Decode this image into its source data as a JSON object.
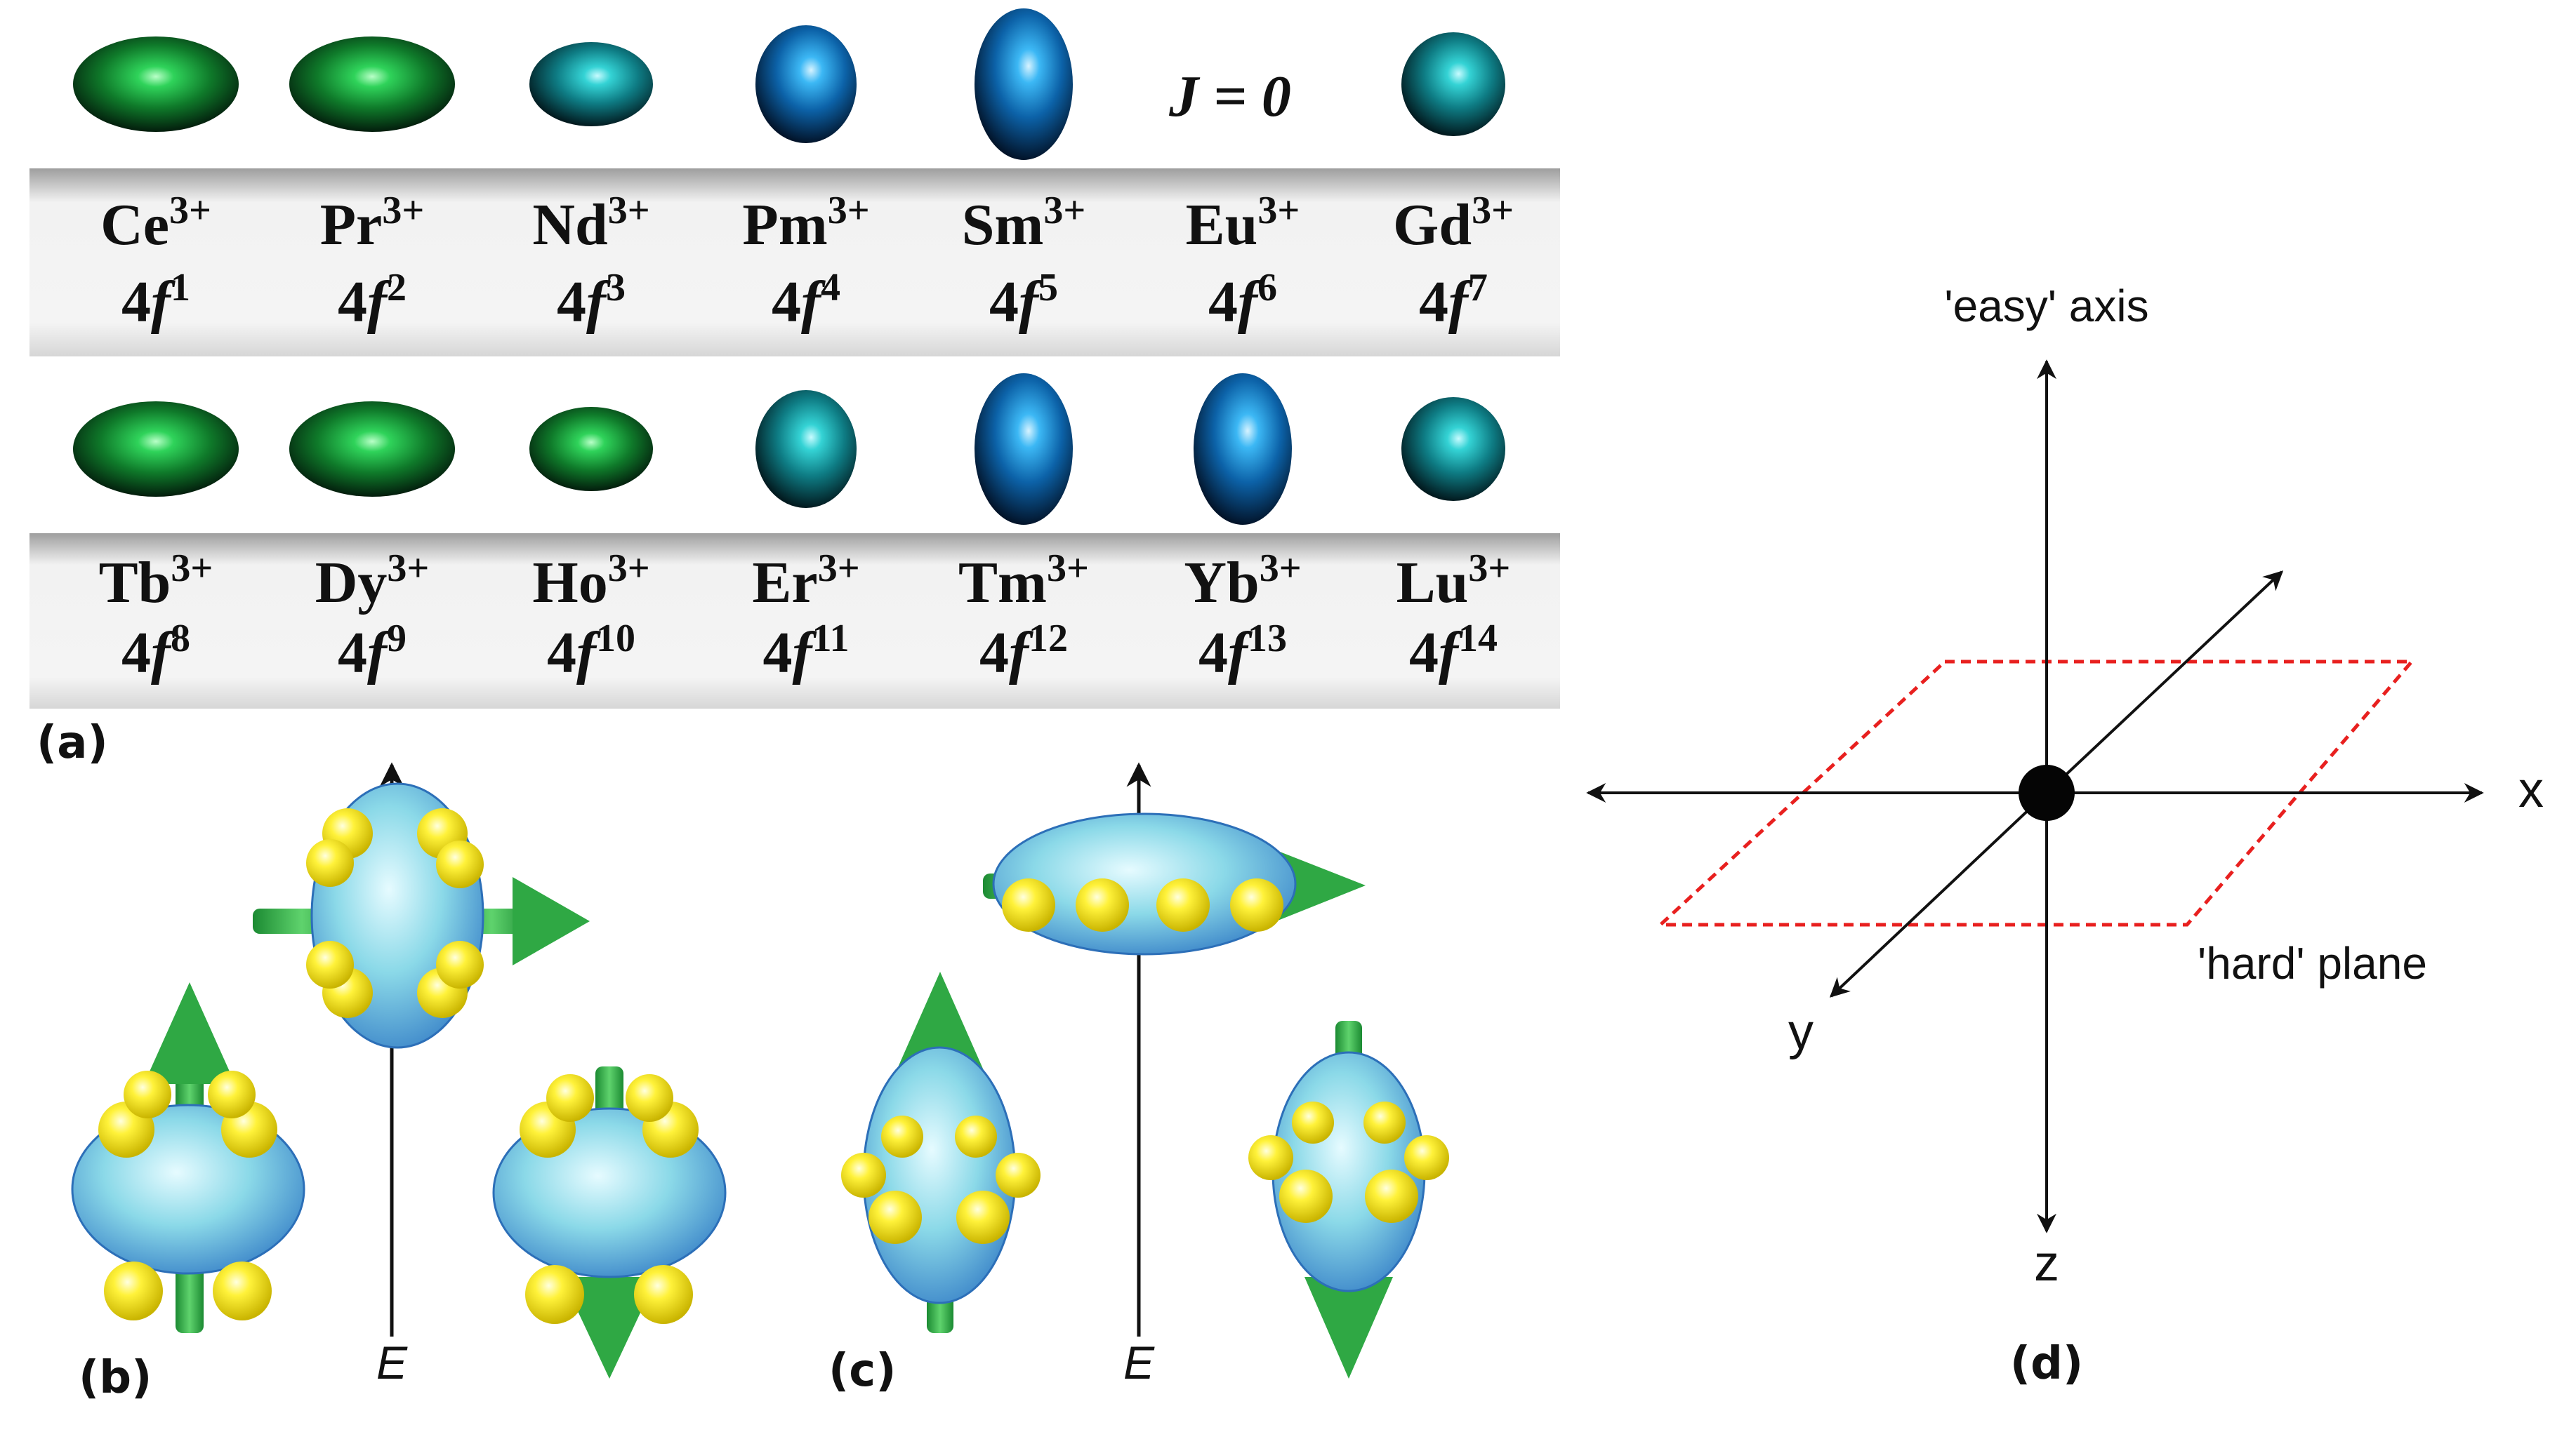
{
  "panel_a": {
    "tag": "(a)",
    "row1": [
      {
        "ion": "Ce",
        "charge": "3+",
        "cfg": "4f",
        "n": "1",
        "shape": "oblate",
        "color": "green"
      },
      {
        "ion": "Pr",
        "charge": "3+",
        "cfg": "4f",
        "n": "2",
        "shape": "oblate",
        "color": "green"
      },
      {
        "ion": "Nd",
        "charge": "3+",
        "cfg": "4f",
        "n": "3",
        "shape": "oblate-small",
        "color": "teal"
      },
      {
        "ion": "Pm",
        "charge": "3+",
        "cfg": "4f",
        "n": "4",
        "shape": "prolate",
        "color": "blue"
      },
      {
        "ion": "Sm",
        "charge": "3+",
        "cfg": "4f",
        "n": "5",
        "shape": "prolate-tall",
        "color": "blue"
      },
      {
        "ion": "Eu",
        "charge": "3+",
        "cfg": "4f",
        "n": "6",
        "shape": "none",
        "color": "none"
      },
      {
        "ion": "Gd",
        "charge": "3+",
        "cfg": "4f",
        "n": "7",
        "shape": "sphere",
        "color": "teal"
      }
    ],
    "row2": [
      {
        "ion": "Tb",
        "charge": "3+",
        "cfg": "4f",
        "n": "8",
        "shape": "oblate",
        "color": "green"
      },
      {
        "ion": "Dy",
        "charge": "3+",
        "cfg": "4f",
        "n": "9",
        "shape": "oblate",
        "color": "green"
      },
      {
        "ion": "Ho",
        "charge": "3+",
        "cfg": "4f",
        "n": "10",
        "shape": "oblate-small",
        "color": "green"
      },
      {
        "ion": "Er",
        "charge": "3+",
        "cfg": "4f",
        "n": "11",
        "shape": "prolate",
        "color": "teal"
      },
      {
        "ion": "Tm",
        "charge": "3+",
        "cfg": "4f",
        "n": "12",
        "shape": "prolate-tall",
        "color": "blue"
      },
      {
        "ion": "Yb",
        "charge": "3+",
        "cfg": "4f",
        "n": "13",
        "shape": "prolate-tall",
        "color": "blue"
      },
      {
        "ion": "Lu",
        "charge": "3+",
        "cfg": "4f",
        "n": "14",
        "shape": "sphere",
        "color": "teal"
      }
    ],
    "j_zero_label": "J = 0"
  },
  "panel_b": {
    "tag": "(b)",
    "energy_label": "E"
  },
  "panel_c": {
    "tag": "(c)",
    "energy_label": "E"
  },
  "panel_d": {
    "tag": "(d)",
    "easy_axis_label": "'easy' axis",
    "hard_plane_label": "'hard' plane",
    "x_label": "x",
    "y_label": "y",
    "z_label": "z"
  },
  "colors": {
    "green": "#1fae3c",
    "teal": "#1fa6a8",
    "blue": "#1d8fd8",
    "yellow": "#f2e322",
    "arrow_green": "#2fa844",
    "plane_red": "#e8201f",
    "shell": "#6ec7dc"
  }
}
